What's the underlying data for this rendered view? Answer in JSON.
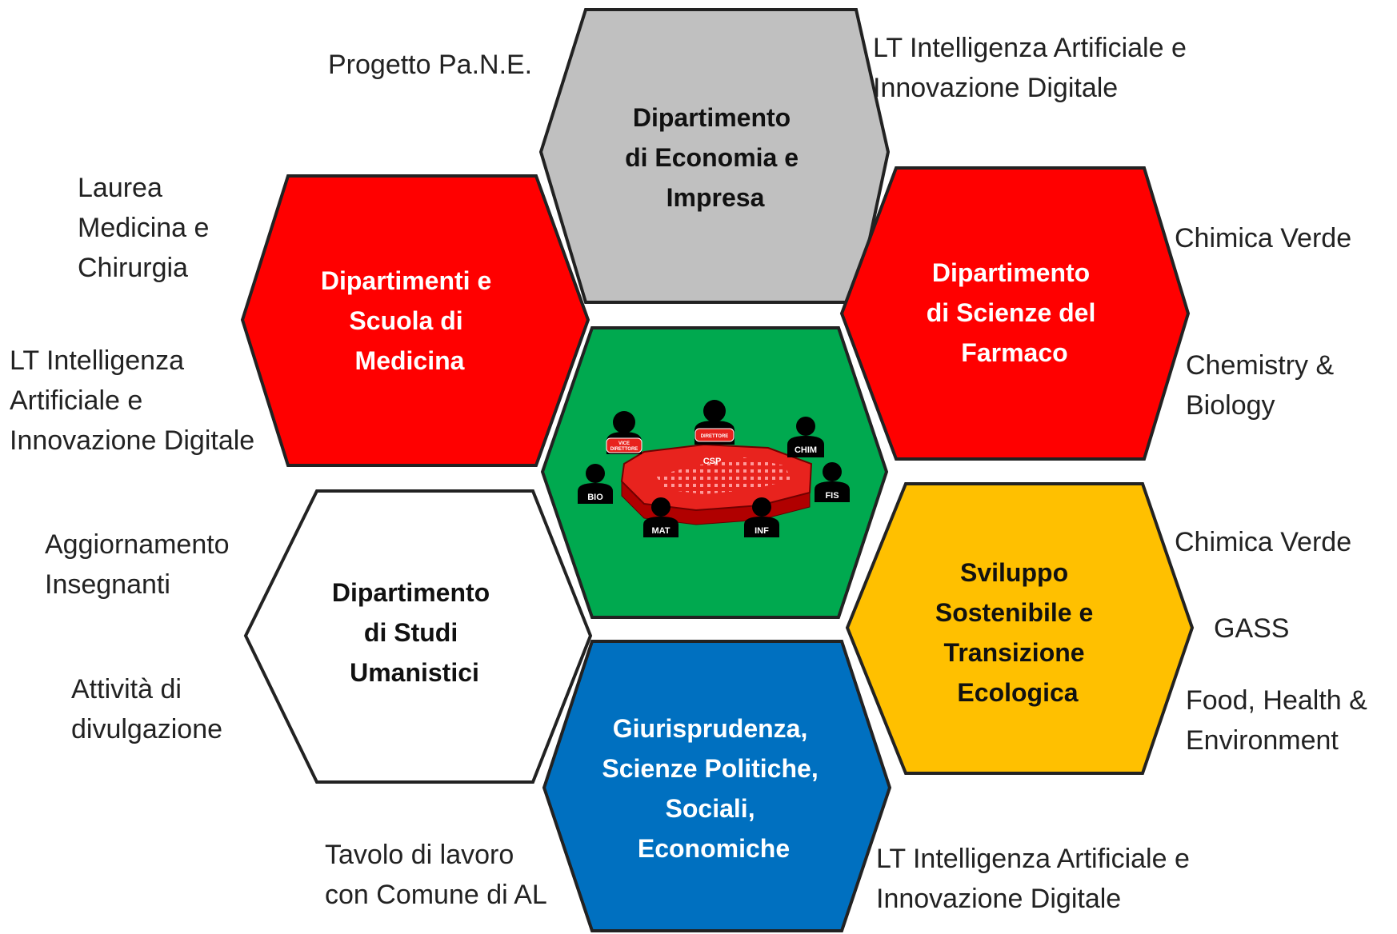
{
  "colors": {
    "gray": "#c0c0c0",
    "red": "#ff0000",
    "green": "#00a94f",
    "white": "#ffffff",
    "yellow": "#ffc000",
    "blue": "#0070c0",
    "outline": "#222222"
  },
  "hexagons": {
    "economia": {
      "lines": [
        "Dipartimento",
        "di Economia e",
        "Impresa"
      ]
    },
    "medicina": {
      "lines": [
        "Dipartimenti e",
        "Scuola di",
        "Medicina"
      ]
    },
    "farmaco": {
      "lines": [
        "Dipartimento",
        "di Scienze del",
        "Farmaco"
      ]
    },
    "umanistici": {
      "lines": [
        "Dipartimento",
        "di Studi",
        "Umanistici"
      ]
    },
    "sviluppo": {
      "lines": [
        "Sviluppo",
        "Sostenibile e",
        "Transizione",
        "Ecologica"
      ]
    },
    "giurisprudenza": {
      "lines": [
        "Giurisprudenza,",
        "Scienze Politiche,",
        "Sociali,",
        "Economiche"
      ]
    }
  },
  "center": {
    "table_label": "CSP",
    "seats": [
      "VICE DIRETTORE",
      "DIRETTORE",
      "CHIM",
      "BIO",
      "FIS",
      "MAT",
      "INF"
    ]
  },
  "side_texts": {
    "pane": [
      "Progetto Pa.N.E."
    ],
    "lt_top_right": [
      "LT Intelligenza Artificiale e",
      "Innovazione Digitale"
    ],
    "laurea_medicina": [
      "Laurea",
      "Medicina e",
      "Chirurgia"
    ],
    "lt_left": [
      "LT Intelligenza",
      "Artificiale e",
      "Innovazione Digitale"
    ],
    "chimica_verde_1": [
      "Chimica Verde"
    ],
    "chemistry_biology": [
      "Chemistry &",
      "Biology"
    ],
    "aggiornamento": [
      "Aggiornamento",
      "Insegnanti"
    ],
    "attivita": [
      "Attività di",
      "divulgazione"
    ],
    "chimica_verde_2": [
      "Chimica Verde"
    ],
    "gass": [
      "GASS"
    ],
    "food_health": [
      "Food, Health &",
      "Environment"
    ],
    "tavolo": [
      "Tavolo di lavoro",
      "con Comune di AL"
    ],
    "lt_bottom_right": [
      "LT Intelligenza Artificiale e",
      "Innovazione Digitale"
    ]
  }
}
